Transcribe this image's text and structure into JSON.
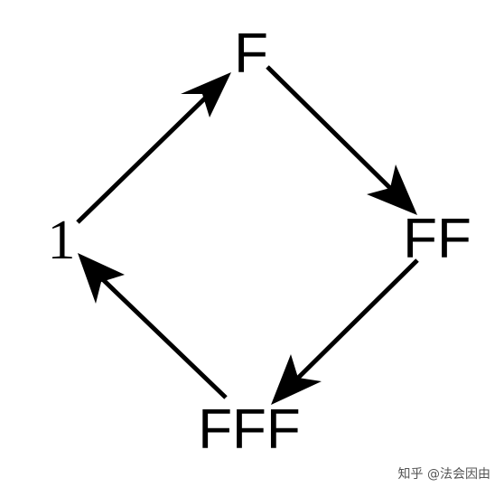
{
  "nodes": {
    "top": "F",
    "right": "FF",
    "bottom": "FFF",
    "left": "1"
  },
  "watermark": "知乎 @法会因由",
  "colors": {
    "ink": "#000000",
    "watermark": "#555555",
    "background": "#ffffff"
  }
}
